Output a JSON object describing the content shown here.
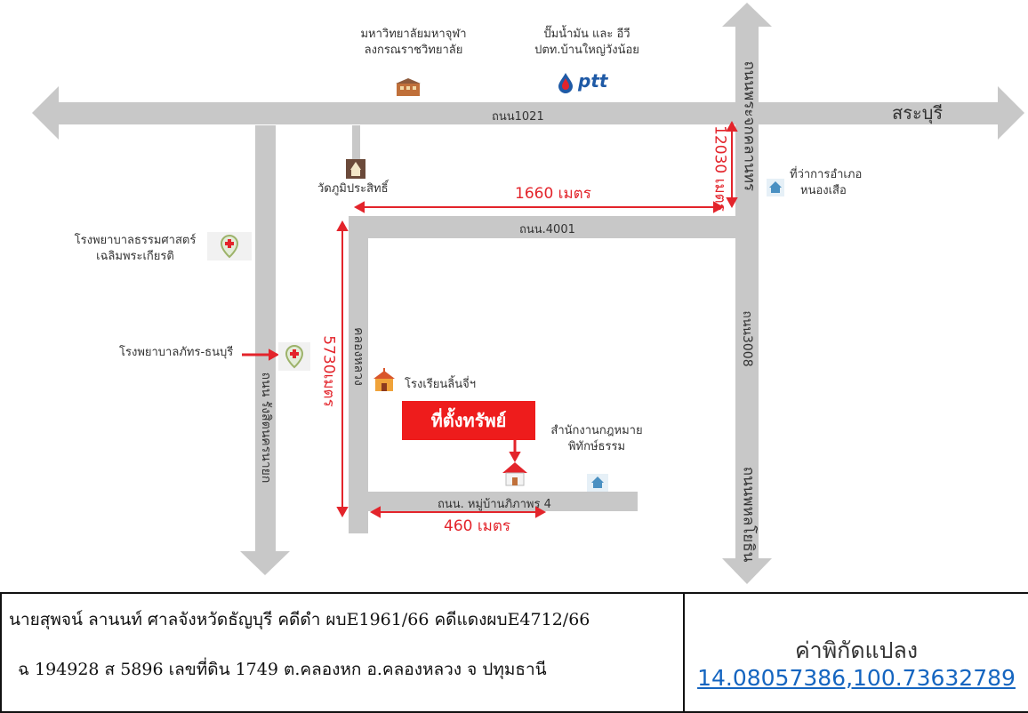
{
  "map": {
    "roads": {
      "road_1021": "ถนน1021",
      "saraburi": "สระบุรี",
      "road_4001": "ถนน.4001",
      "road_3008": "ถนน3008",
      "phahonyothin": "ถนนพหลโยธิน",
      "phraeksa": "ถนนพระจกคลานทร",
      "khlong_luang": "คลองหลวง",
      "rangsit": "ถนน รังสิตนครนายก",
      "village_road": "ถนน. หมู่บ้านภิภาพร 4"
    },
    "places": {
      "university_line1": "มหาวิทยาลัยมหาจุฬา",
      "university_line2": "ลงกรณราชวิทยาลัย",
      "ptt_line1": "ปั๊มน้ำมัน และ อีวี",
      "ptt_line2": "ปตท.บ้านใหญ่วังน้อย",
      "ptt_logo": "ptt",
      "temple": "วัดภูมิประสิทธิ์",
      "district_line1": "ที่ว่าการอำเภอ",
      "district_line2": "หนองเสือ",
      "hospital1_line1": "โรงพยาบาลธรรมศาสตร์",
      "hospital1_line2": "เฉลิมพระเกียรติ",
      "hospital2": "โรงพยาบาลภัทร-ธนบุรี",
      "school": "โรงเรียนลิ้นจี่ฯ",
      "law_line1": "สำนักงานกฎหมาย",
      "law_line2": "พิทักษ์ธรรม",
      "target": "ที่ตั้งทรัพย์"
    },
    "distances": {
      "d1660": "1660 เมตร",
      "d12030": "12030 เมตร",
      "d5730": "5730เมตร",
      "d460": "460 เมตร"
    },
    "colors": {
      "road": "#c8c8c8",
      "distance": "#e3242b",
      "target": "#ee1c1c",
      "link": "#1565c0"
    },
    "icons": [
      "university-icon",
      "ptt-logo-icon",
      "temple-icon",
      "government-office-icon",
      "hospital-pin-icon",
      "school-icon",
      "house-icon"
    ]
  },
  "info": {
    "line1": "นายสุพจน์ ลานนท์ ศาลจังหวัดธัญบุรี คดีดำ ผบE1961/66 คดีแดงผบE4712/66",
    "line2": "ฉ 194928 ส 5896 เลขที่ดิน 1749 ต.คลองหก อ.คลองหลวง จ ปทุมธานี",
    "coord_title": "ค่าพิกัดแปลง",
    "coord_value": "14.08057386,100.73632789"
  }
}
